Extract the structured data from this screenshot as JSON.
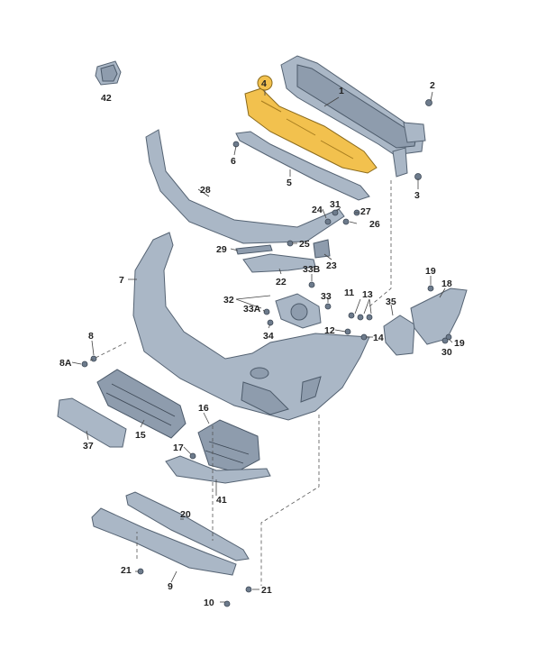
{
  "diagram": {
    "labels": {
      "p1": "1",
      "p2": "2",
      "p3": "3",
      "p4": "4",
      "p5": "5",
      "p6": "6",
      "p7": "7",
      "p8": "8",
      "p8a": "8A",
      "p9": "9",
      "p10": "10",
      "p11": "11",
      "p12": "12",
      "p13": "13",
      "p14": "14",
      "p15": "15",
      "p16": "16",
      "p17": "17",
      "p18": "18",
      "p19a": "19",
      "p19b": "19",
      "p20": "20",
      "p21a": "21",
      "p21b": "21",
      "p22": "22",
      "p23": "23",
      "p24": "24",
      "p25": "25",
      "p26": "26",
      "p27": "27",
      "p28": "28",
      "p29": "29",
      "p30": "30",
      "p31": "31",
      "p32": "32",
      "p33": "33",
      "p33a": "33A",
      "p33b": "33B",
      "p34": "34",
      "p35": "35",
      "p37": "37",
      "p41": "41",
      "p42": "42"
    },
    "highlight_color": "#f2c14e",
    "part_color": "#aab7c6"
  }
}
